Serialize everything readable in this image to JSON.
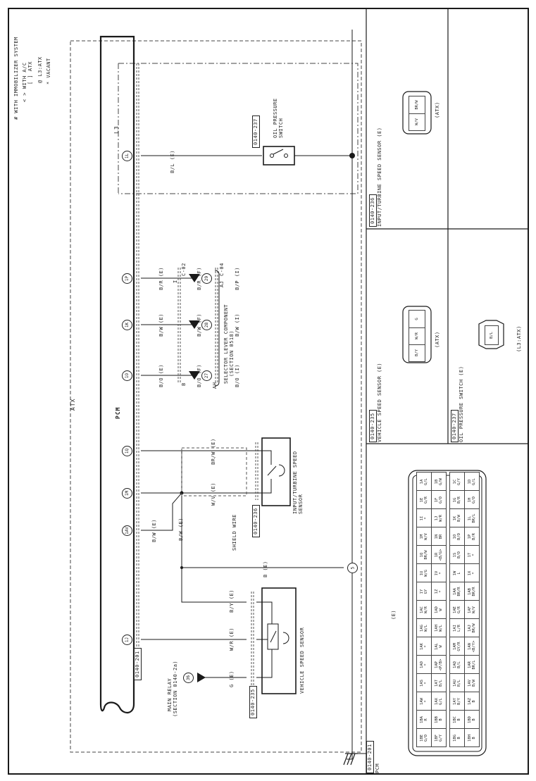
{
  "legend": {
    "lines": [
      "# WITH IMMOBILIZER SYSTEM",
      "< > WITH A/C",
      "[ ] ATX",
      "@ L3:ATX",
      "* VACANT"
    ]
  },
  "schematic": {
    "module_label": "PCM",
    "region_labels": {
      "atx": "ATX",
      "l3": "L3"
    },
    "pcm_terminals": [
      "1J",
      "1AV",
      "1M",
      "1Q",
      "1O",
      "1K",
      "1P",
      "1L"
    ],
    "connectors": {
      "pcm": "0140-201",
      "vss": "0140-235",
      "itss": "0140-236",
      "ops": "0140-237"
    },
    "wires": {
      "g": "G (E)",
      "wr": "W/R (E)",
      "by": "B/Y (E)",
      "b": "B (E)",
      "bw_a": "B/W (E)",
      "bw_b": "B/W (E)",
      "wv": "W/V (E)",
      "brw": "BR/W (E)",
      "bo_e": "B/O (E)",
      "bo_f": "B/O (F)",
      "bo_i": "B/O (I)",
      "bw_e": "B/W (E)",
      "bw_f": "B/W (F)",
      "bw_i": "B/W (I)",
      "br_e": "B/R (E)",
      "br_f": "B/R (F)",
      "bp_i": "B/P (I)",
      "bl": "B/L (E)"
    },
    "intermediate_connectors": {
      "c02": "C-02",
      "c04": "C-04",
      "pin_b": "B",
      "pin_i": "I",
      "pin_ah": "AH",
      "pin_aj": "AJ"
    },
    "components": {
      "main_relay": "MAIN RELAY",
      "main_relay_section": "(SECTION 0140-2a)",
      "main_relay_pin": "36",
      "vss": "VEHICLE SPEED SENSOR",
      "itss_line1": "INPUT/TURBINE SPEED",
      "itss_line2": "SENSOR",
      "shield": "SHIELD WIRE",
      "selector_line1": "SELECTOR LEVER COMPONENT",
      "selector_line2": "(SECTION 0518)",
      "selector_pins": [
        "27",
        "28",
        "29"
      ],
      "ops_line1": "OIL PRESSURE",
      "ops_line2": "SWITCH",
      "ground_point": "5"
    }
  },
  "connector_views": {
    "pcm": {
      "code": "0140-201",
      "name": "PCM",
      "variant": "(E)",
      "cells": [
        {
          "id": "1BE",
          "c": "G/O"
        },
        {
          "id": "1BF",
          "c": "G/Y"
        },
        {
          "id": "1BA",
          "c": "R"
        },
        {
          "id": "1BB",
          "c": "B"
        },
        {
          "id": "1AW",
          "c": "*"
        },
        {
          "id": "1AX",
          "c": "G/L"
        },
        {
          "id": "1AS",
          "c": "*"
        },
        {
          "id": "1AT",
          "c": "B/L"
        },
        {
          "id": "1AO",
          "c": "*"
        },
        {
          "id": "1AP",
          "c": "<P/B>"
        },
        {
          "id": "1AK",
          "c": "*"
        },
        {
          "id": "1AL",
          "c": "W"
        },
        {
          "id": "1AG",
          "c": "W/L"
        },
        {
          "id": "1AH",
          "c": "W/L"
        },
        {
          "id": "1AC",
          "c": "W/R"
        },
        {
          "id": "1AD",
          "c": "W"
        },
        {
          "id": "1Y",
          "c": "GY"
        },
        {
          "id": "1Z",
          "c": "*"
        },
        {
          "id": "1U",
          "c": "W/G"
        },
        {
          "id": "1V",
          "c": "*"
        },
        {
          "id": "1Q",
          "c": "BR/W"
        },
        {
          "id": "1R",
          "c": "<B/G>"
        },
        {
          "id": "1M",
          "c": "W/V"
        },
        {
          "id": "1N",
          "c": "BR"
        },
        {
          "id": "1I",
          "c": "*"
        },
        {
          "id": "1J",
          "c": "W/R"
        },
        {
          "id": "1E",
          "c": "G/R"
        },
        {
          "id": "1F",
          "c": "G/O"
        },
        {
          "id": "1A",
          "c": "G/L"
        },
        {
          "id": "1B",
          "c": "G/W"
        },
        {
          "id": "1BG",
          "c": "B"
        },
        {
          "id": "1BH",
          "c": "B"
        },
        {
          "id": "1BC",
          "c": "B"
        },
        {
          "id": "1BD",
          "c": "B"
        },
        {
          "id": "1AY",
          "c": "B/Y"
        },
        {
          "id": "1AZ",
          "c": "B"
        },
        {
          "id": "1AU",
          "c": "R/L"
        },
        {
          "id": "1AV",
          "c": "B/W"
        },
        {
          "id": "1AQ",
          "c": "B/L"
        },
        {
          "id": "1AR",
          "c": "BR/L"
        },
        {
          "id": "1AM",
          "c": "GY/R"
        },
        {
          "id": "1AN",
          "c": "<B/Y>"
        },
        {
          "id": "1AI",
          "c": "L/R"
        },
        {
          "id": "1AJ",
          "c": "BR/W"
        },
        {
          "id": "1AE",
          "c": "G/R"
        },
        {
          "id": "1AF",
          "c": "W/V"
        },
        {
          "id": "1AA",
          "c": "BR/R"
        },
        {
          "id": "1AB",
          "c": "BR/R"
        },
        {
          "id": "1W",
          "c": "L"
        },
        {
          "id": "1X",
          "c": "*"
        },
        {
          "id": "1S",
          "c": "B/O"
        },
        {
          "id": "1T",
          "c": "*"
        },
        {
          "id": "1O",
          "c": "B/O"
        },
        {
          "id": "1P",
          "c": "B/R"
        },
        {
          "id": "1K",
          "c": "B/W"
        },
        {
          "id": "1L",
          "c": "BR/L"
        },
        {
          "id": "1G",
          "c": "B/R"
        },
        {
          "id": "1H",
          "c": "G/O"
        },
        {
          "id": "1C",
          "c": "G/Y"
        },
        {
          "id": "1D",
          "c": "G/L"
        }
      ]
    },
    "vss": {
      "code": "0140-235",
      "name": "VEHICLE SPEED SENSOR (E)",
      "pins": [
        "B/Y",
        "W/R",
        "G"
      ],
      "note": "(ATX)"
    },
    "itss": {
      "code": "0140-236",
      "name": "INPUT/TURBINE SPEED SENSOR (E)",
      "pins": [
        "W/V",
        "BR/W"
      ],
      "note": "(ATX)"
    },
    "ops": {
      "code": "0140-237",
      "name": "OIL PRESSURE SWITCH (E)",
      "pins": [
        "B/L"
      ],
      "note": "(L3:ATX)"
    }
  },
  "colors": {
    "ink": "#1a1a1a",
    "paper": "#ffffff",
    "dash": "#444444"
  }
}
